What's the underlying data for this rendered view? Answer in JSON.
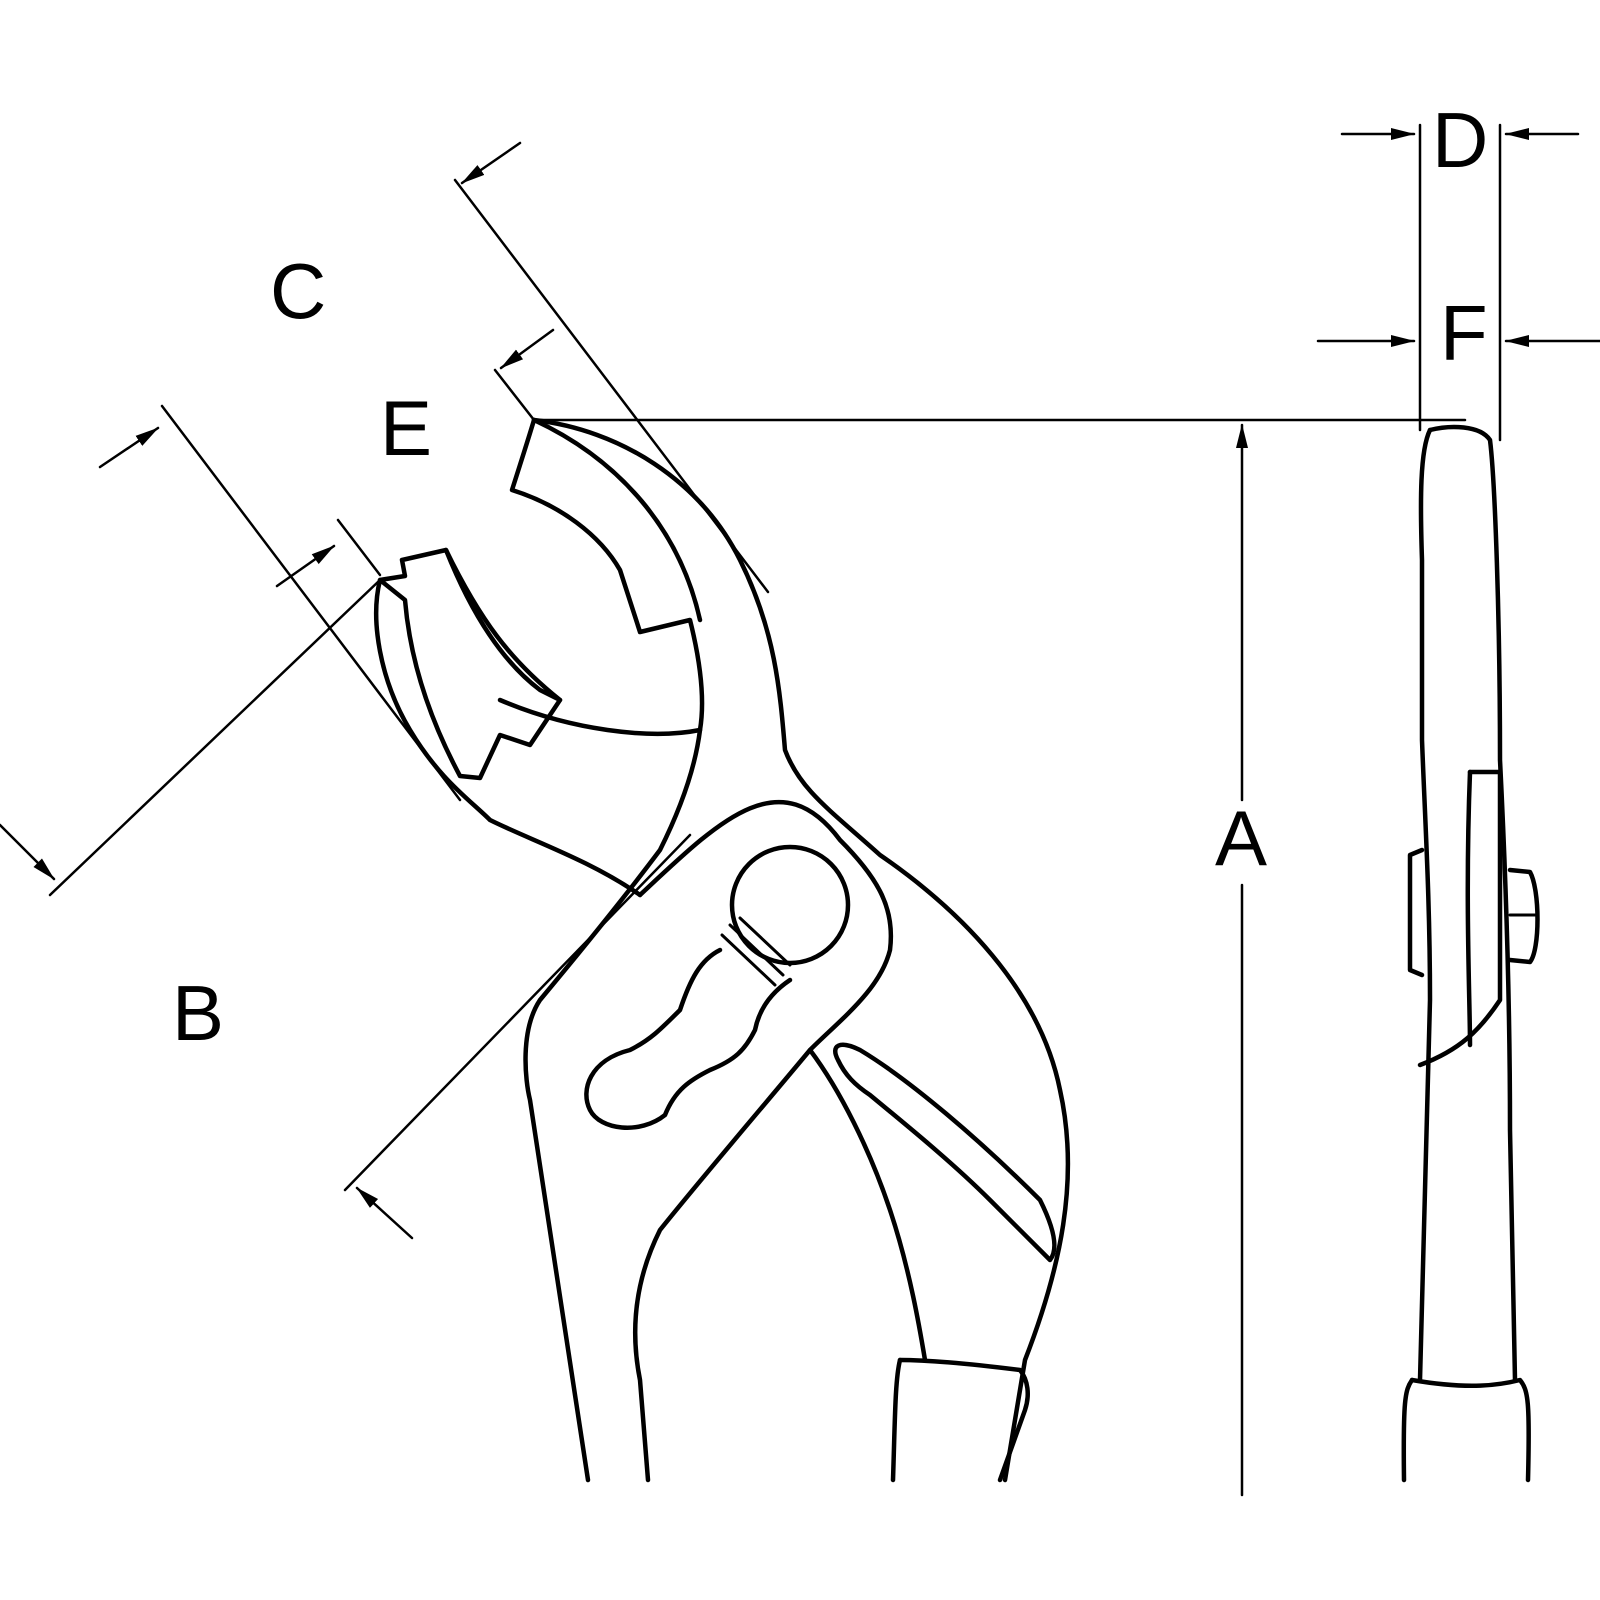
{
  "diagram": {
    "labels": {
      "a": "A",
      "b": "B",
      "c": "C",
      "d": "D",
      "e": "E",
      "f": "F"
    },
    "colors": {
      "stroke": "#000000",
      "background": "#ffffff"
    }
  }
}
